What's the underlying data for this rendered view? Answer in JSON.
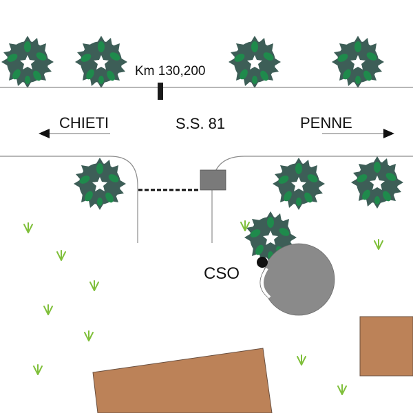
{
  "title": "Site plan along S.S. 81",
  "road": {
    "name": "S.S. 81",
    "kilometer_marker": "Km 130,200",
    "direction_left": "CHIETI",
    "direction_right": "PENNE"
  },
  "features": {
    "cso_label": "CSO"
  },
  "colors": {
    "tree_dark": "#3d5e57",
    "tree_light": "#1f8a4c",
    "grass": "#7fbf3a",
    "building": "#bc8258",
    "tank": "#8a8a8a",
    "manhole": "#7a7a7a",
    "line": "#8c8c8c"
  }
}
